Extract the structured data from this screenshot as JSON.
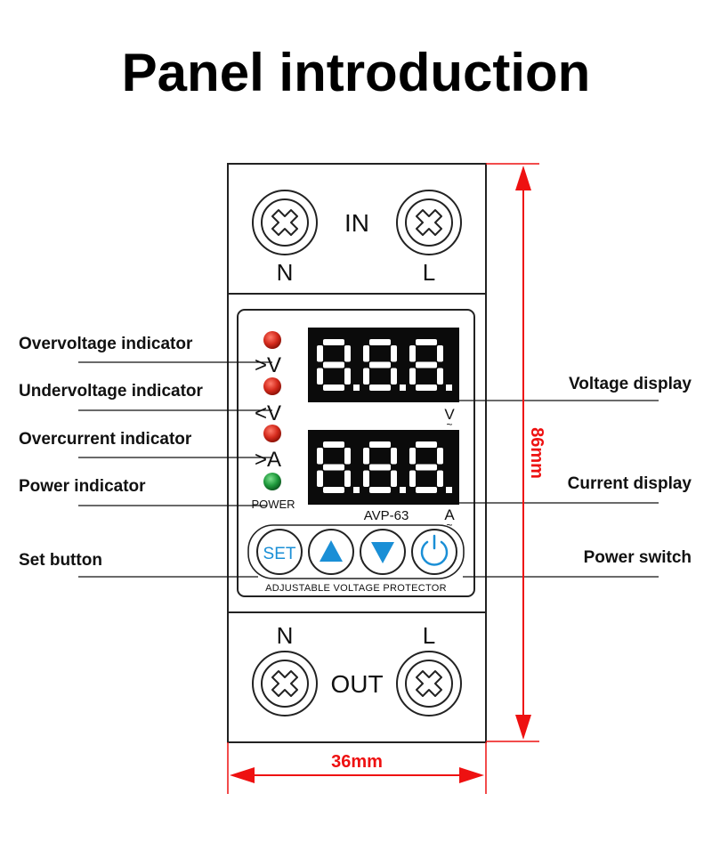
{
  "title": "Panel introduction",
  "terminals": {
    "in_label": "IN",
    "out_label": "OUT",
    "top_left": "N",
    "top_right": "L",
    "bottom_left": "N",
    "bottom_right": "L"
  },
  "indicators": {
    "overvoltage_symbol": ">V",
    "undervoltage_symbol": "<V",
    "overcurrent_symbol": ">A",
    "power_label": "POWER"
  },
  "displays": {
    "voltage_reading": "8.8.8.",
    "current_reading": "8.8.8.",
    "voltage_unit": "V",
    "current_unit": "A"
  },
  "model": "AVP-63",
  "buttons": {
    "set_label": "SET",
    "up_icon": "triangle-up-icon",
    "down_icon": "triangle-down-icon",
    "power_icon": "power-icon"
  },
  "device_caption": "ADJUSTABLE VOLTAGE PROTECTOR",
  "callouts": {
    "overvoltage": "Overvoltage indicator",
    "undervoltage": "Undervoltage indicator",
    "overcurrent": "Overcurrent indicator",
    "power_indicator": "Power indicator",
    "set_button": "Set button",
    "voltage_display": "Voltage display",
    "current_display": "Current display",
    "power_switch": "Power switch"
  },
  "dimensions": {
    "height": "86mm",
    "width": "36mm"
  },
  "colors": {
    "indicator_red": "#d42a1c",
    "indicator_green": "#1f9a3c",
    "button_blue": "#1a8fd6",
    "dimension_red": "#e11111",
    "display_bg": "#0b0b0b"
  }
}
